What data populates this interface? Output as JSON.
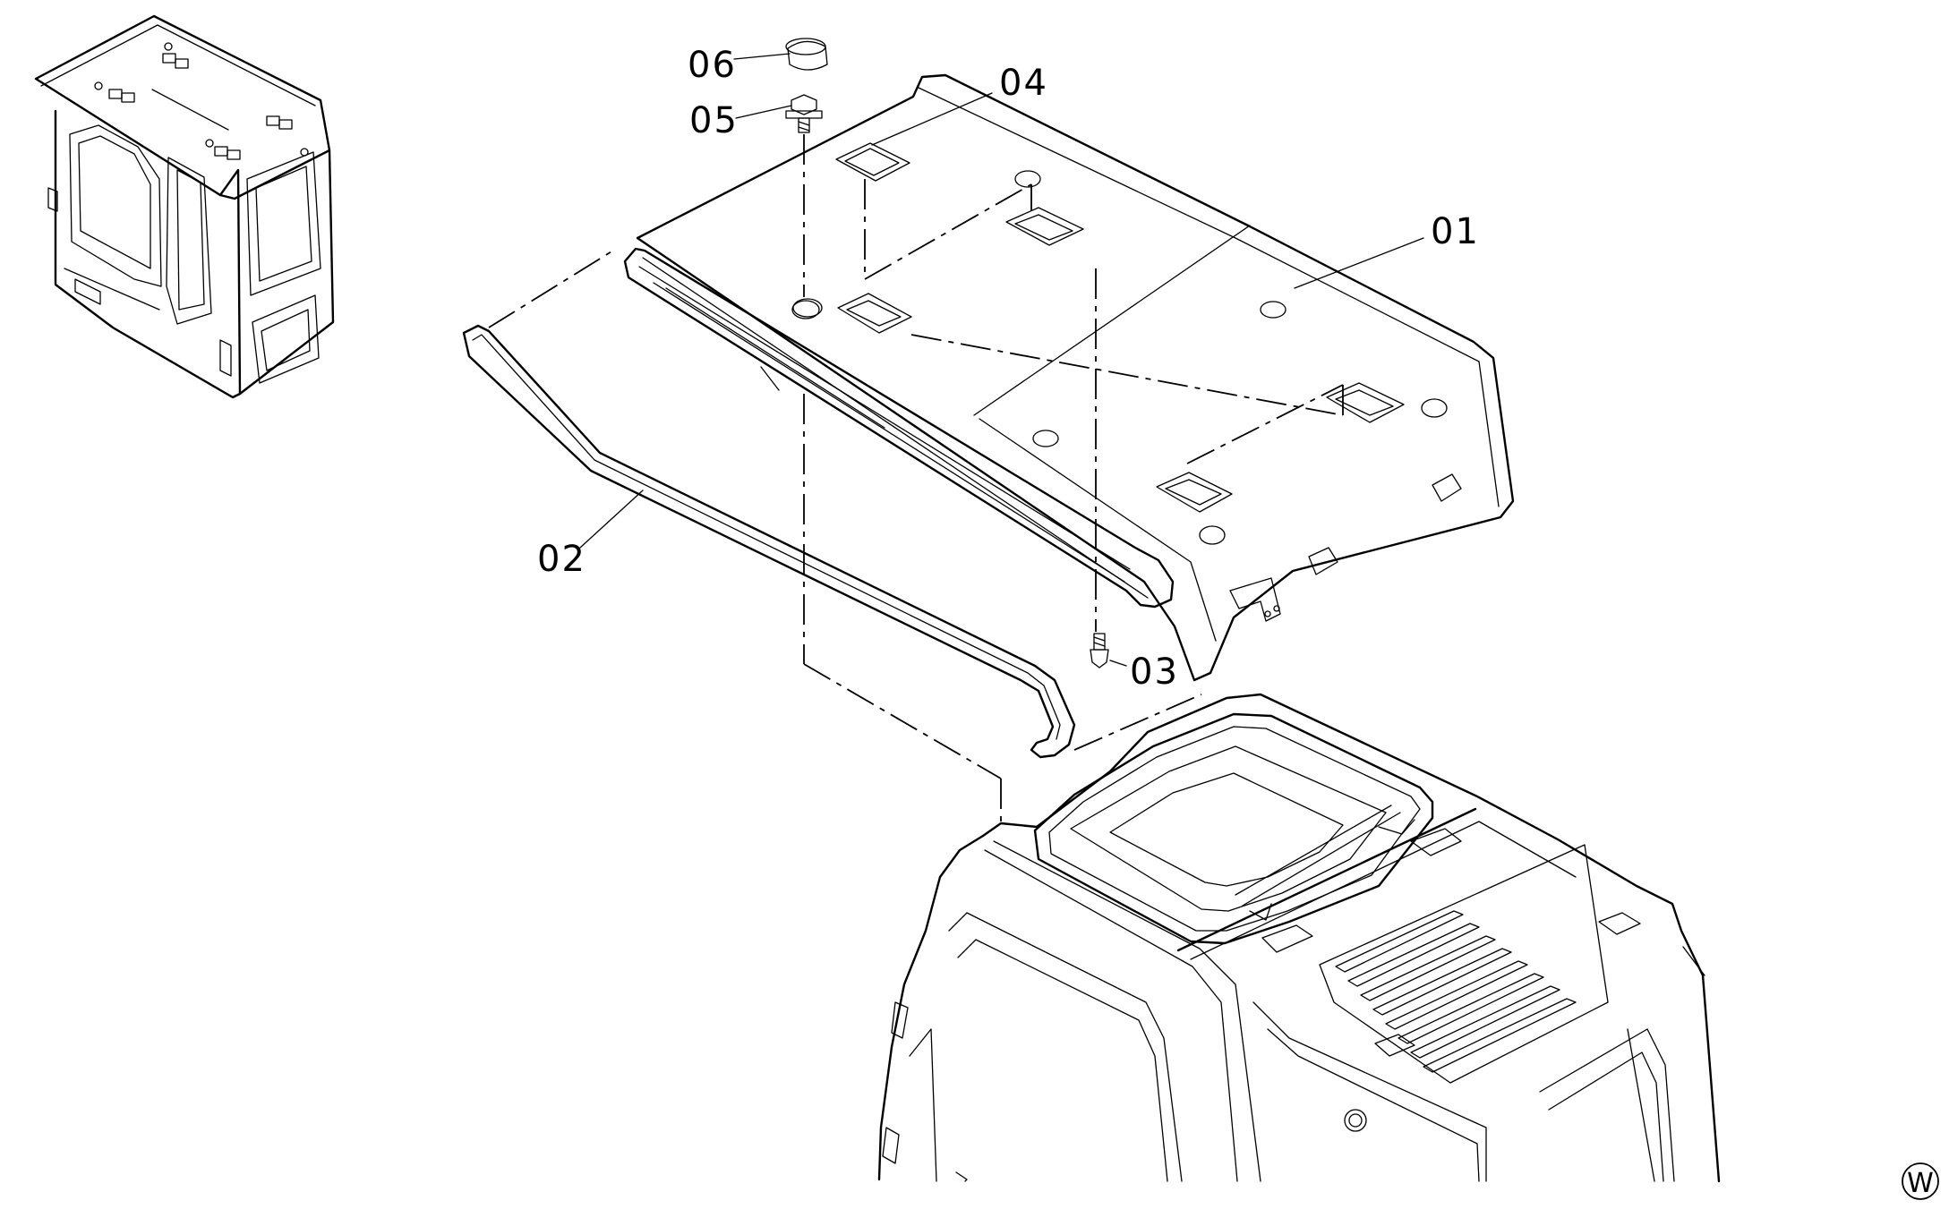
{
  "callouts": {
    "p01": "01",
    "p02": "02",
    "p03": "03",
    "p04": "04",
    "p05": "05",
    "p06": "06"
  },
  "view_marker": "W"
}
